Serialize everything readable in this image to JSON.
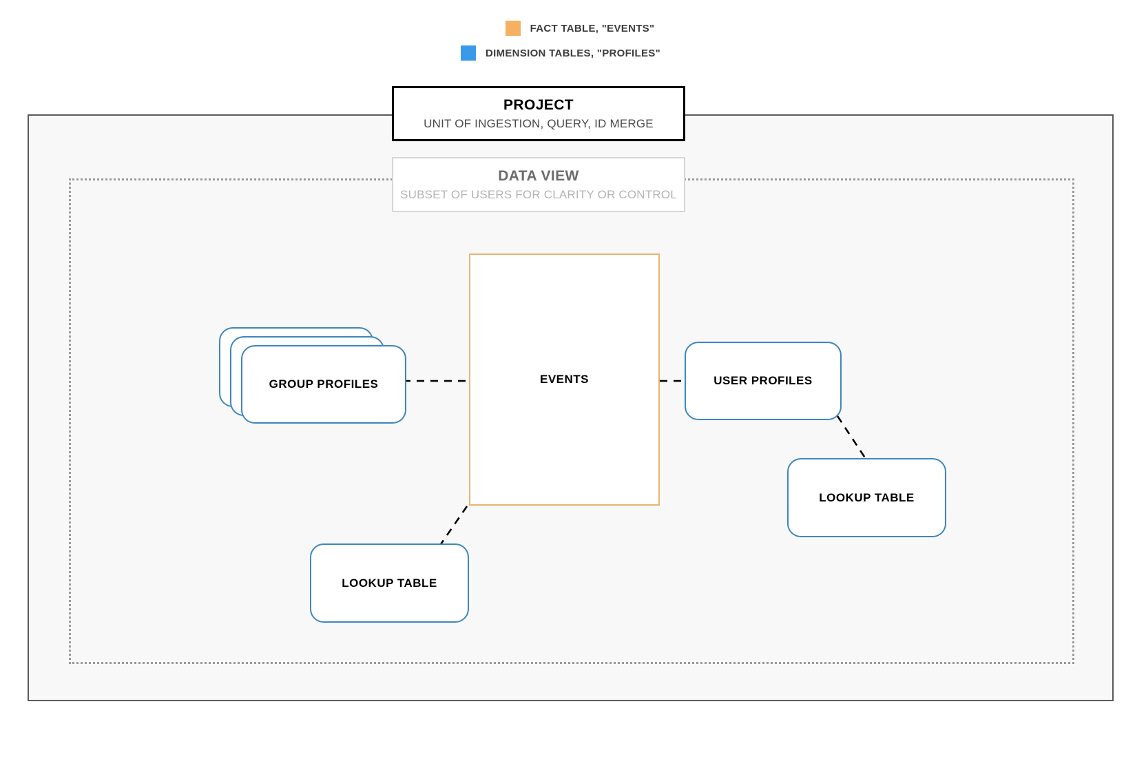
{
  "legend": {
    "items": [
      {
        "swatch_color": "#f5b063",
        "label": "FACT TABLE, \"EVENTS\"",
        "icon": "orange-square-swatch"
      },
      {
        "swatch_color": "#3b9ae8",
        "label": "DIMENSION TABLES, \"PROFILES\"",
        "icon": "blue-square-swatch"
      }
    ]
  },
  "project": {
    "title": "PROJECT",
    "subtitle": "UNIT OF INGESTION, QUERY, ID MERGE",
    "border_color": "#000000"
  },
  "data_view": {
    "title": "DATA VIEW",
    "subtitle": "SUBSET OF USERS FOR CLARITY OR CONTROL",
    "border_color": "#d6d6d6"
  },
  "nodes": {
    "events": {
      "label": "EVENTS",
      "type": "fact-table",
      "border_color": "#e9b470"
    },
    "group_profiles": {
      "label": "GROUP PROFILES",
      "type": "dimension-table-stack",
      "border_color": "#3d87bd",
      "stack_count": 3
    },
    "user_profiles": {
      "label": "USER PROFILES",
      "type": "dimension-table",
      "border_color": "#3d87bd"
    },
    "lookup_table_right": {
      "label": "LOOKUP TABLE",
      "type": "dimension-table",
      "border_color": "#3d87bd"
    },
    "lookup_table_left": {
      "label": "LOOKUP TABLE",
      "type": "dimension-table",
      "border_color": "#3d87bd"
    }
  },
  "connectors": [
    {
      "from": "group_profiles",
      "to": "events",
      "style": "dashed",
      "color": "#000000"
    },
    {
      "from": "events",
      "to": "user_profiles",
      "style": "dashed",
      "color": "#000000"
    },
    {
      "from": "user_profiles",
      "to": "lookup_table_right",
      "style": "dashed",
      "color": "#000000"
    },
    {
      "from": "events",
      "to": "lookup_table_left",
      "style": "dashed",
      "color": "#000000"
    }
  ]
}
